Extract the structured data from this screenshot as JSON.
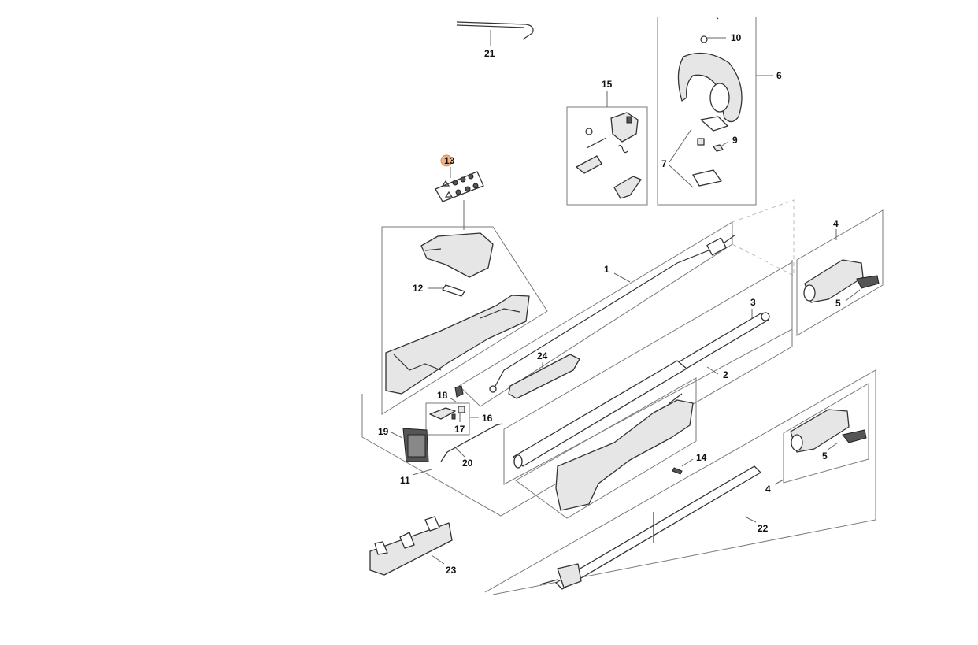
{
  "highlight_color": "#f4b183",
  "callouts": {
    "c1": "1",
    "c2": "2",
    "c3": "3",
    "c4a": "4",
    "c4b": "4",
    "c5a": "5",
    "c5b": "5",
    "c6": "6",
    "c7": "7",
    "c9": "9",
    "c10": "10",
    "c11": "11",
    "c12": "12",
    "c13": "13",
    "c14": "14",
    "c15": "15",
    "c16": "16",
    "c17": "17",
    "c18": "18",
    "c19": "19",
    "c20": "20",
    "c21": "21",
    "c22": "22",
    "c23": "23",
    "c24": "24"
  },
  "highlighted_callout": "13"
}
